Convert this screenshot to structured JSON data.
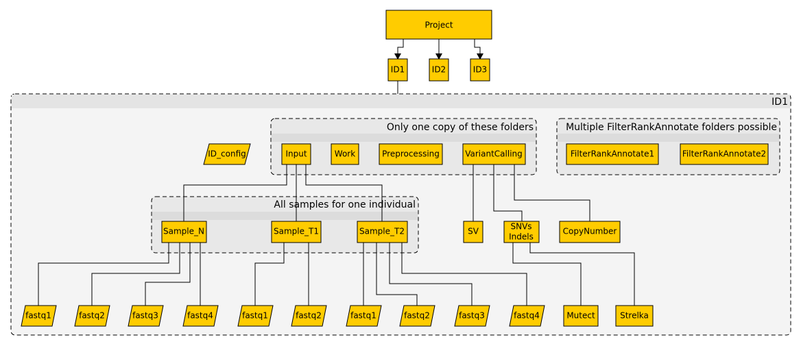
{
  "top": {
    "project": "Project",
    "ids": [
      "ID1",
      "ID2",
      "ID3"
    ]
  },
  "id1_group": {
    "title": "ID1",
    "id_config": "ID_config",
    "single_copy": {
      "title": "Only one copy of these folders",
      "folders": [
        "Input",
        "Work",
        "Preprocessing",
        "VariantCalling"
      ]
    },
    "multi_fra": {
      "title": "Multiple FilterRankAnnotate folders possible",
      "folders": [
        "FilterRankAnnotate1",
        "FilterRankAnnotate2"
      ]
    },
    "samples": {
      "title": "All samples for one individual",
      "items": [
        "Sample_N",
        "Sample_T1",
        "Sample_T2"
      ]
    },
    "variant_outputs": {
      "sv": "SV",
      "snvs": [
        "SNVs",
        "Indels"
      ],
      "copynumber": "CopyNumber"
    },
    "sample_n_files": [
      "fastq1",
      "fastq2",
      "fastq3",
      "fastq4"
    ],
    "sample_t1_files": [
      "fastq1",
      "fastq2"
    ],
    "sample_t2_files": [
      "fastq1",
      "fastq2",
      "fastq3",
      "fastq4"
    ],
    "snv_callers": [
      "Mutect",
      "Strelka"
    ]
  },
  "colors": {
    "box_fill": "#ffcc00",
    "group_fill": "#f4f4f4",
    "group_band": "#e4e4e4"
  }
}
